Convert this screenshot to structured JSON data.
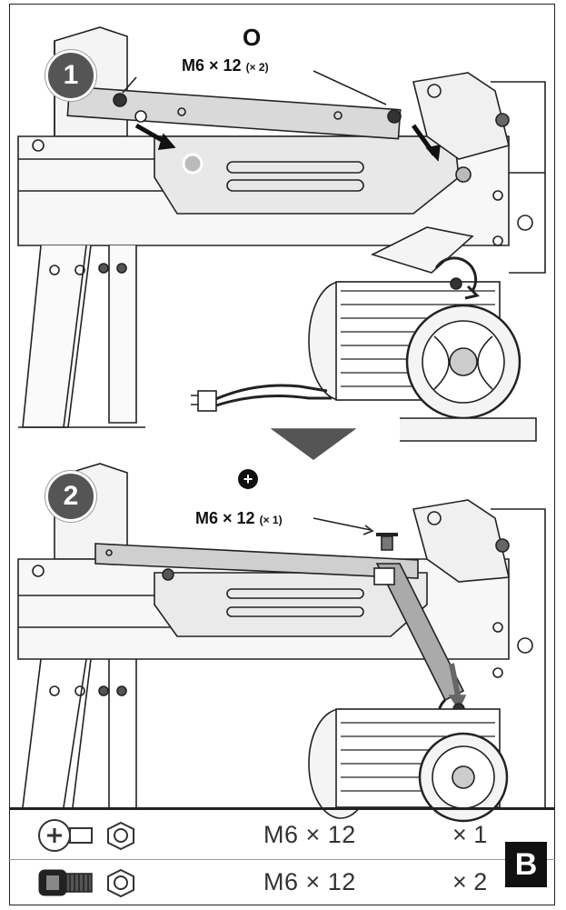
{
  "step1": {
    "number": "1",
    "remove_symbol": "O",
    "fastener": "M6 × 12",
    "quantity": "(× 2)"
  },
  "step2": {
    "number": "2",
    "add_symbol": "+",
    "fastener": "M6 × 12",
    "quantity": "(× 1)"
  },
  "parts": [
    {
      "spec": "M6 × 12",
      "count": "× 1",
      "head": "cross-head"
    },
    {
      "spec": "M6 × 12",
      "count": "× 2",
      "head": "hex-socket"
    }
  ],
  "section_label": "B"
}
